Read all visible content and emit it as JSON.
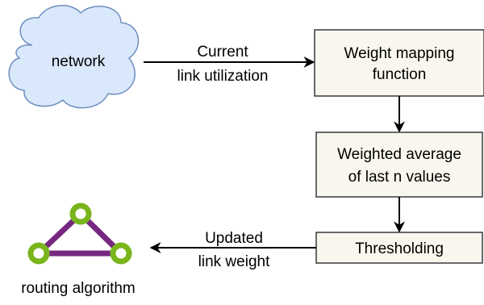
{
  "nodes": {
    "network": {
      "label": "network"
    },
    "weight_mapping": {
      "line1": "Weight mapping",
      "line2": "function"
    },
    "weighted_average": {
      "line1": "Weighted average",
      "line2": "of last n values"
    },
    "thresholding": {
      "label": "Thresholding"
    },
    "routing": {
      "label": "routing algorithm"
    }
  },
  "edges": {
    "network_to_mapping": {
      "line1": "Current",
      "line2": "link utilization"
    },
    "threshold_to_routing": {
      "line1": "Updated",
      "line2": "link weight"
    }
  },
  "colors": {
    "cloud_fill": "#dae8fc",
    "cloud_stroke": "#6c8ebf",
    "box_fill": "#f9f7ed",
    "box_stroke": "#36393d",
    "graph_edge": "#76277f",
    "graph_node": "#7ab51d",
    "arrow": "#000000"
  }
}
